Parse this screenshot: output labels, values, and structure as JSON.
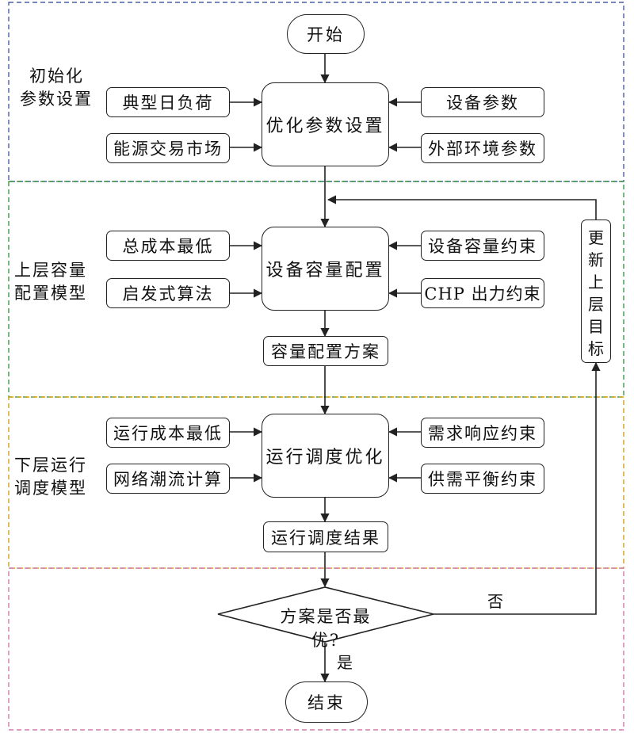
{
  "sections": [
    {
      "label_lines": [
        "初始化",
        "参数设置"
      ],
      "color": "#4a5fa6"
    },
    {
      "label_lines": [
        "上层容量",
        "配置模型"
      ],
      "color": "#3d9a4a"
    },
    {
      "label_lines": [
        "下层运行",
        "调度模型"
      ],
      "color": "#d6a11c"
    },
    {
      "label_lines": [],
      "color": "#d27aa8"
    }
  ],
  "nodes": {
    "start": "开始",
    "optim_params": "优化参数设置",
    "typical_load": "典型日负荷",
    "energy_market": "能源交易市场",
    "device_params": "设备参数",
    "external_env": "外部环境参数",
    "capacity_config": "设备容量配置",
    "min_total_cost": "总成本最低",
    "heuristic_algo": "启发式算法",
    "capacity_constraint": "设备容量约束",
    "chp_constraint": "CHP 出力约束",
    "capacity_plan": "容量配置方案",
    "update_target": [
      "更",
      "新",
      "上",
      "层",
      "目",
      "标"
    ],
    "dispatch_opt": "运行调度优化",
    "min_op_cost": "运行成本最低",
    "power_flow": "网络潮流计算",
    "demand_response": "需求响应约束",
    "supply_balance": "供需平衡约束",
    "dispatch_result": "运行调度结果",
    "decision": "方案是否最优?",
    "end": "结束"
  },
  "edge_labels": {
    "no": "否",
    "yes": "是"
  },
  "colors": {
    "line": "#222222"
  }
}
